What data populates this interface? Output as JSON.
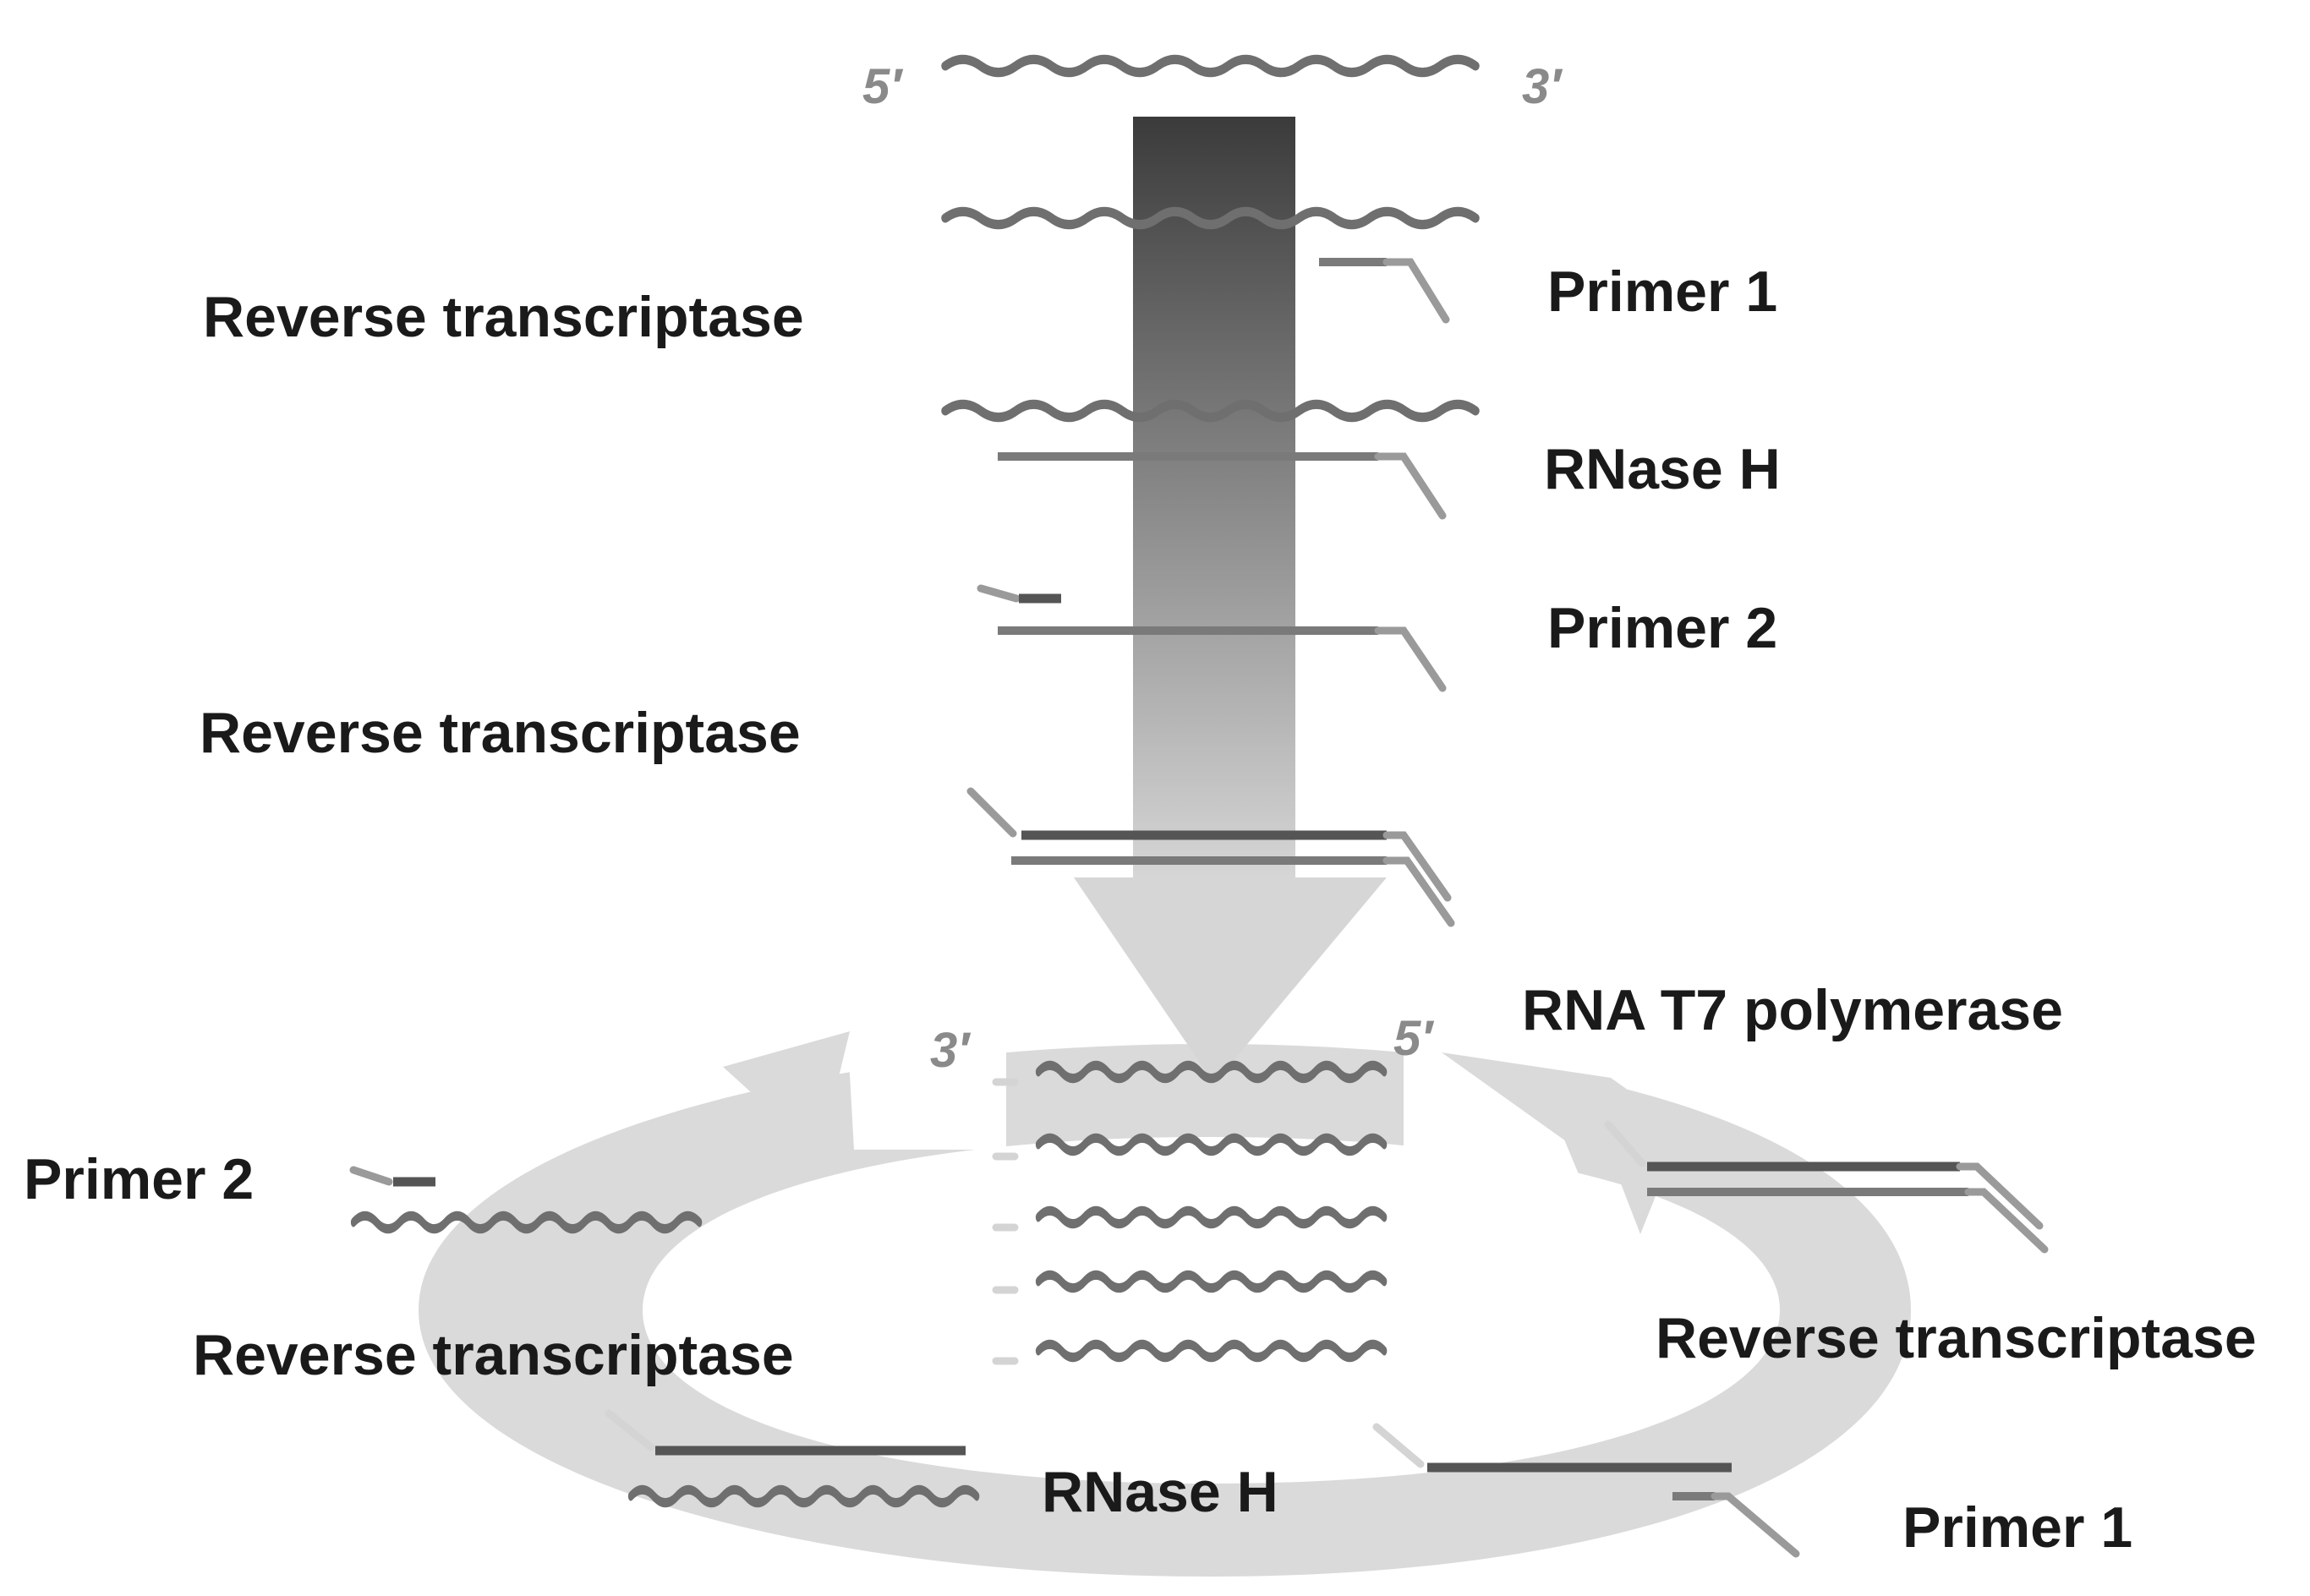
{
  "ends": {
    "top_five": "5′",
    "top_three": "3′",
    "cycle_three": "3′",
    "cycle_five": "5′"
  },
  "labels": {
    "reverse_transcriptase_1": "Reverse transcriptase",
    "primer1_top": "Primer 1",
    "rnase_h_top": "RNase H",
    "primer2_top": "Primer 2",
    "reverse_transcriptase_2": "Reverse transcriptase",
    "rna_t7_polymerase": "RNA T7 polymerase",
    "primer2_cycle": "Primer 2",
    "reverse_transcriptase_left": "Reverse transcriptase",
    "reverse_transcriptase_right": "Reverse transcriptase",
    "rnase_h_bottom": "RNase H",
    "primer1_bottom": "Primer 1"
  },
  "colors": {
    "arrow_dark": "#3b3b3b",
    "arrow_light": "#d6d6d6",
    "cycle": "#dadada",
    "strand": "#6f6f6f"
  }
}
